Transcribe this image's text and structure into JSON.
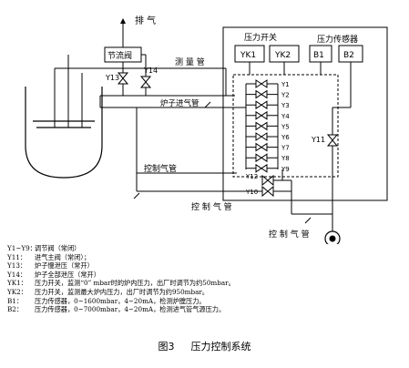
{
  "labels": {
    "exhaust": "排 气",
    "throttle_valve": "节流阀",
    "measure_pipe": "测 量 管",
    "furnace_inlet": "炉子进气管",
    "control_pipe_1": "控制气管",
    "control_pipe_2": "控 制 气 管",
    "control_pipe_3": "控 制 气 管",
    "pressure_switch": "压力开关",
    "pressure_sensor": "压力传感器",
    "yk1": "YK1",
    "yk2": "YK2",
    "b1": "B1",
    "b2": "B2",
    "y13": "Y13",
    "y14": "Y14",
    "y11": "Y11",
    "y12": "Y12",
    "y10": "Y10",
    "valves": [
      "Y1",
      "Y2",
      "Y3",
      "Y4",
      "Y5",
      "Y6",
      "Y7",
      "Y8",
      "Y9"
    ]
  },
  "legend": [
    {
      "key": "Y1~Y9：",
      "text": "调节阀（常闭）"
    },
    {
      "key": "Y11：",
      "text": "进气主阀（常闭）；"
    },
    {
      "key": "Y13：",
      "text": "炉子慢泄压（常开）"
    },
    {
      "key": "Y14：",
      "text": "炉子全部泄压（常开）"
    },
    {
      "key": "YK1：",
      "text": "压力开关，监测“0” mbar时的炉内压力，出厂时调节为约50mbar。"
    },
    {
      "key": "YK2：",
      "text": "压力开关，监测最大炉内压力，出厂时调节为约950mbar。"
    },
    {
      "key": "B1：",
      "text": "压力传感器，0~1600mbar，4~20mA，检测炉膛压力。"
    },
    {
      "key": "B2：",
      "text": "压力传感器，0~7000mbar，4~20mA，检测进气管气源压力。"
    }
  ],
  "caption": {
    "figure": "图3",
    "title": "压力控制系统"
  }
}
